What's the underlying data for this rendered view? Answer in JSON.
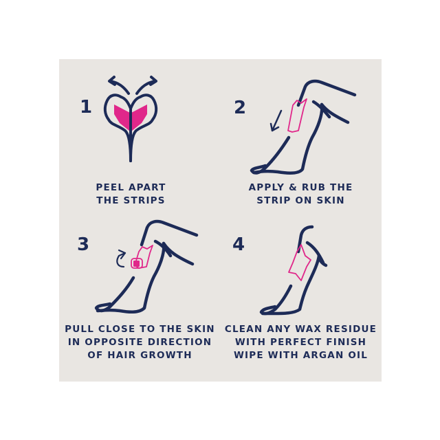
{
  "colors": {
    "background": "#ffffff",
    "panel": "#e9e6e2",
    "navy": "#1d2b57",
    "pink": "#e0278a"
  },
  "steps": [
    {
      "number": "1",
      "icon": "peel-strips-icon",
      "caption_lines": [
        "PEEL APART",
        "THE STRIPS"
      ]
    },
    {
      "number": "2",
      "icon": "apply-strip-leg-icon",
      "caption_lines": [
        "APPLY & RUB THE",
        "STRIP ON SKIN"
      ]
    },
    {
      "number": "3",
      "icon": "pull-strip-leg-icon",
      "caption_lines": [
        "PULL CLOSE TO THE SKIN",
        "IN OPPOSITE DIRECTION",
        "OF HAIR GROWTH"
      ]
    },
    {
      "number": "4",
      "icon": "wipe-leg-icon",
      "caption_lines": [
        "CLEAN ANY WAX RESIDUE",
        "WITH PERFECT FINISH",
        "WIPE WITH ARGAN OIL"
      ]
    }
  ]
}
